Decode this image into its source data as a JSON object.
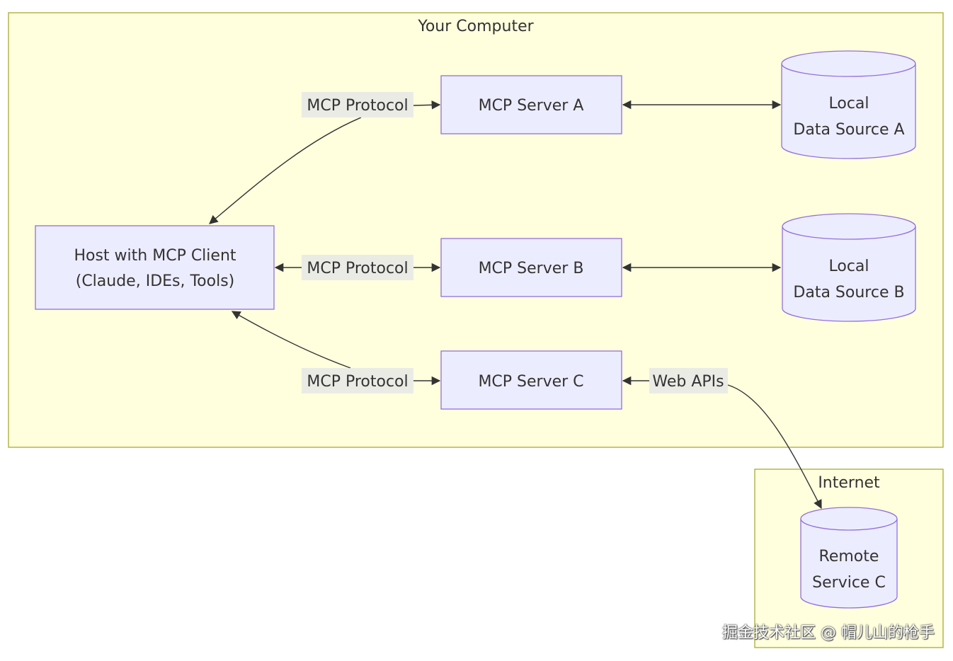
{
  "clusters": {
    "computer": {
      "title": "Your Computer"
    },
    "internet": {
      "title": "Internet"
    }
  },
  "nodes": {
    "host": {
      "line1": "Host with MCP Client",
      "line2": "(Claude, IDEs, Tools)"
    },
    "server_a": {
      "label": "MCP Server A"
    },
    "server_b": {
      "label": "MCP Server B"
    },
    "server_c": {
      "label": "MCP Server C"
    },
    "source_a": {
      "line1": "Local",
      "line2": "Data Source A"
    },
    "source_b": {
      "line1": "Local",
      "line2": "Data Source B"
    },
    "remote_c": {
      "line1": "Remote",
      "line2": "Service C"
    }
  },
  "edges": {
    "host_a": {
      "label": "MCP Protocol"
    },
    "host_b": {
      "label": "MCP Protocol"
    },
    "host_c": {
      "label": "MCP Protocol"
    },
    "c_remote": {
      "label": "Web APIs"
    }
  },
  "watermark": "掘金技术社区 @ 帽儿山的枪手",
  "colors": {
    "cluster_fill": "#ffffde",
    "cluster_stroke": "#aaaa33",
    "node_fill": "#ececff",
    "node_stroke": "#9370db",
    "edge": "#333333"
  }
}
